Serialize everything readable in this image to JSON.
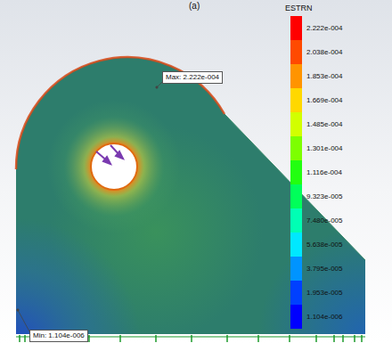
{
  "diagram": {
    "nodes": [
      {
        "text": [
          "Max: 2.222e-004"
        ]
      },
      {
        "text": [
          "Min: 1.104e-006"
        ]
      }
    ],
    "labels": [
      "(a)",
      "ESTRN"
    ],
    "legend": [
      {
        "text": "2.222e-004",
        "color": "#ff0000"
      },
      {
        "text": "2.038e-004",
        "color": "#ff4a00"
      },
      {
        "text": "1.853e-004",
        "color": "#ff9400"
      },
      {
        "text": "1.669e-004",
        "color": "#ffd800"
      },
      {
        "text": "1.485e-004",
        "color": "#d2ff00"
      },
      {
        "text": "1.301e-004",
        "color": "#7dff00"
      },
      {
        "text": "1.116e-004",
        "color": "#22ff10"
      },
      {
        "text": "9.323e-005",
        "color": "#00ff5a"
      },
      {
        "text": "7.480e-005",
        "color": "#00ffb4"
      },
      {
        "text": "5.638e-005",
        "color": "#00e8ff"
      },
      {
        "text": "3.795e-005",
        "color": "#0094ff"
      },
      {
        "text": "1.953e-005",
        "color": "#0040ff"
      },
      {
        "text": "1.104e-006",
        "color": "#0000ff"
      }
    ]
  }
}
